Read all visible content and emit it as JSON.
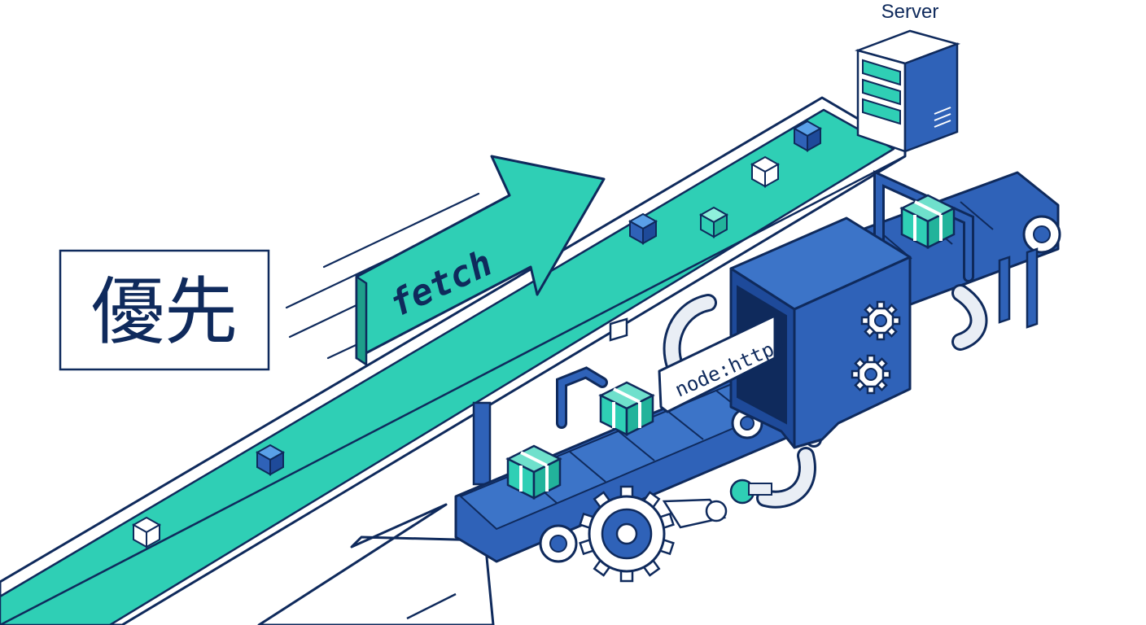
{
  "diagram": {
    "priority_label": "優先",
    "fast_lane_label": "fetch",
    "slow_lane_label": "node:http",
    "destination_label": "Server"
  },
  "colors": {
    "navy": "#0f2a5c",
    "blue": "#2f62b8",
    "blue_dark": "#1e4a9a",
    "teal": "#2fcfb5",
    "teal_light": "#6fe0cc",
    "white": "#ffffff",
    "gray_pipe": "#e9eef5"
  },
  "icons": [
    "server-icon",
    "gear-icon",
    "package-icon",
    "data-cube-icon",
    "arrow-icon",
    "pipe-icon"
  ]
}
